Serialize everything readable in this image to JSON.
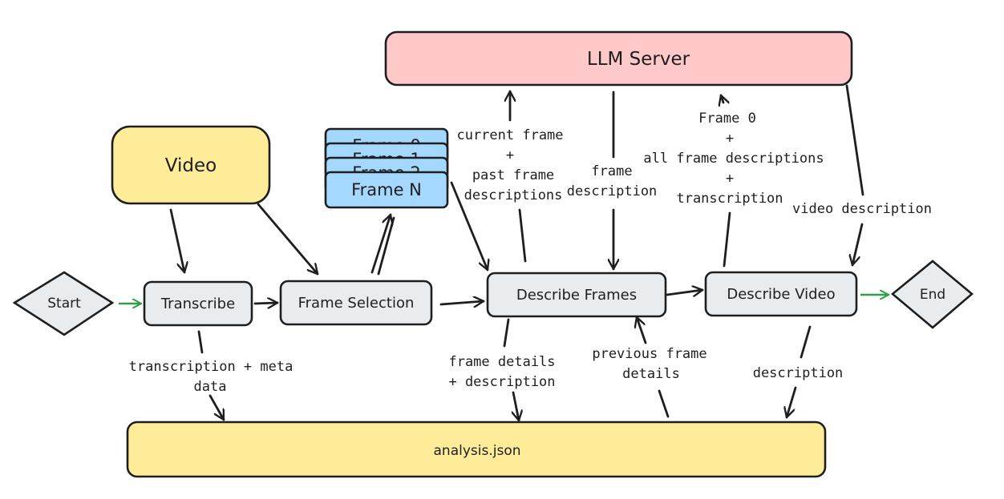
{
  "nodes": {
    "llm_server": "LLM Server",
    "video": "Video",
    "frame_0": "Frame 0",
    "frame_1": "Frame 1",
    "frame_2": "Frame 2",
    "frame_n": "Frame N",
    "start": "Start",
    "transcribe": "Transcribe",
    "frame_selection": "Frame Selection",
    "describe_frames": "Describe Frames",
    "describe_video": "Describe Video",
    "end": "End",
    "analysis": "analysis.json"
  },
  "edges": {
    "to_llm_frames": [
      "current frame",
      "+",
      "past frame",
      "descriptions"
    ],
    "from_llm_frames": [
      "frame",
      "description"
    ],
    "to_llm_video": [
      "Frame 0",
      "+",
      "all frame descriptions",
      "+",
      "transcription"
    ],
    "from_llm_video": [
      "video description"
    ],
    "transcribe_to_analysis": [
      "transcription + meta",
      "data"
    ],
    "frames_to_analysis": [
      "frame details",
      "+ description"
    ],
    "analysis_to_frames": [
      "previous frame",
      "details"
    ],
    "video_to_analysis": [
      "description"
    ]
  },
  "colors": {
    "llm_server": "#ffc9c9",
    "video": "#ffec99",
    "analysis": "#ffec99",
    "frames": "#a5d8ff",
    "process": "#e9ecef",
    "green_arrow": "#2f9e44",
    "stroke": "#1e1e1e"
  }
}
